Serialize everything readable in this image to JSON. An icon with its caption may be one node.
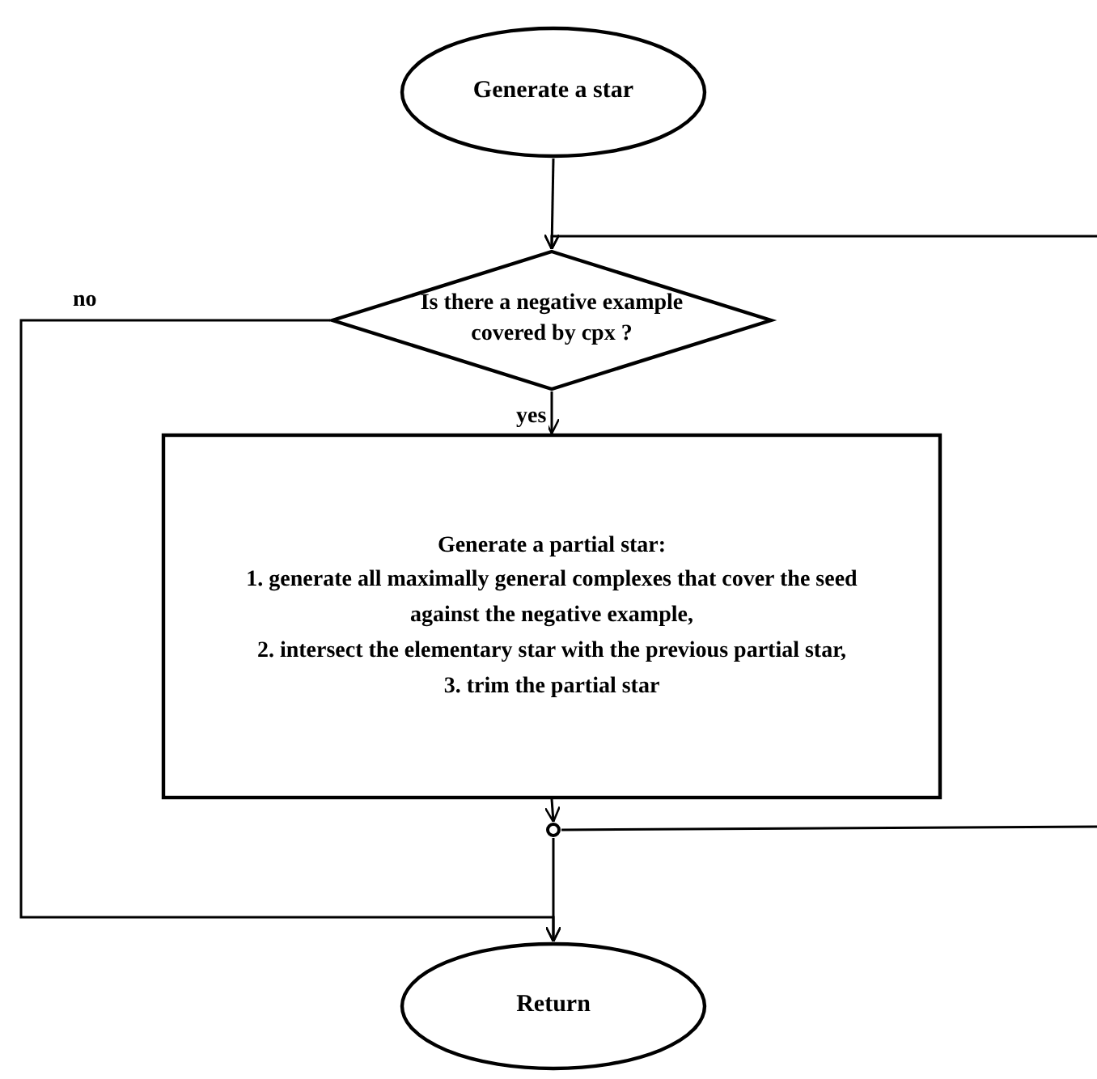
{
  "diagram": {
    "nodes": [
      {
        "text": [
          "Generate a star"
        ]
      },
      {
        "text": [
          "Is there a negative example covered by cpx ?"
        ]
      },
      {
        "text": [
          "Generate a partial star:",
          "1. generate all maximally general complexes that cover the seed against the negative example,",
          "2. intersect the elementary star with the previous partial star,",
          "3. trim the partial star"
        ]
      },
      {
        "text": [],
        "shape": "circle"
      },
      {
        "text": [
          "Return"
        ]
      }
    ],
    "edges": [
      {
        "from": 0,
        "to": 1,
        "arrow": "to"
      },
      {
        "from": null,
        "to": 1,
        "arrow": "to"
      },
      {
        "from": 1,
        "to": 2,
        "arrow": "to",
        "label": "yes"
      },
      {
        "from": 2,
        "to": 3,
        "arrow": "to"
      },
      {
        "from": 3,
        "to": null,
        "arrow": "none"
      },
      {
        "from": 3,
        "to": 4,
        "arrow": "to"
      },
      {
        "from": 1,
        "to": 4,
        "arrow": "to",
        "label": "no"
      }
    ]
  }
}
